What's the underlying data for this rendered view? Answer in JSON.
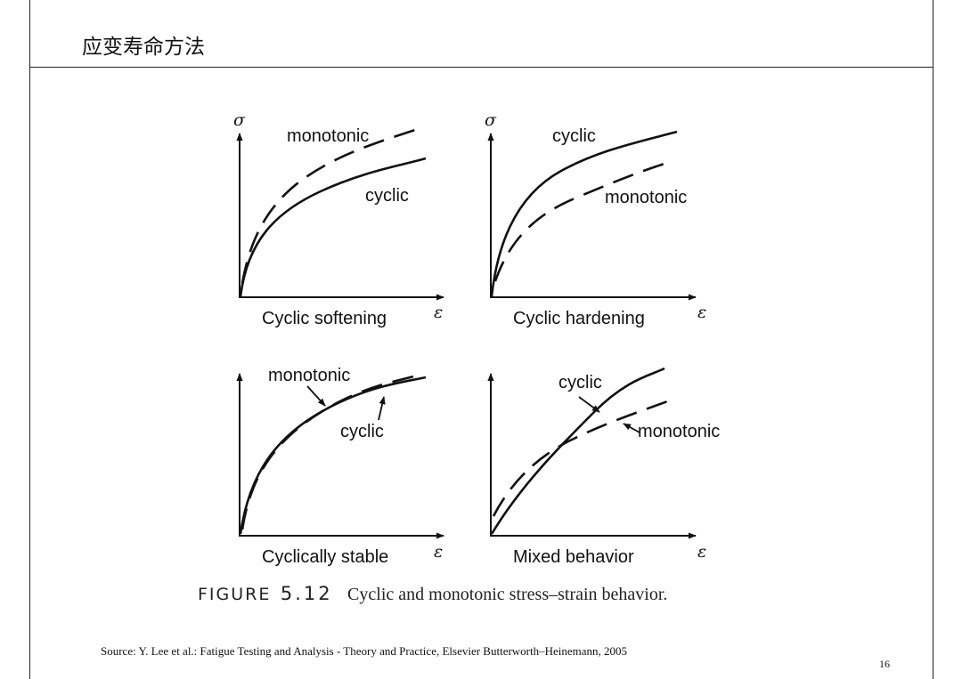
{
  "slide": {
    "title": "应变寿命方法",
    "source": "Source: Y. Lee et al.: Fatigue Testing and Analysis - Theory and Practice, Elsevier Butterworth–Heinemann, 2005",
    "page_number": "16"
  },
  "figure": {
    "caption_prefix": "FIGURE",
    "caption_number": "5.12",
    "caption_text": "Cyclic and monotonic stress–strain behavior.",
    "axis_symbols": {
      "stress": "σ",
      "strain": "ε"
    },
    "panels": [
      {
        "title": "Cyclic softening",
        "labels": [
          "monotonic",
          "cyclic"
        ]
      },
      {
        "title": "Cyclic hardening",
        "labels": [
          "cyclic",
          "monotonic"
        ]
      },
      {
        "title": "Cyclically stable",
        "labels": [
          "monotonic",
          "cyclic"
        ]
      },
      {
        "title": "Mixed behavior",
        "labels": [
          "cyclic",
          "monotonic"
        ]
      }
    ]
  }
}
